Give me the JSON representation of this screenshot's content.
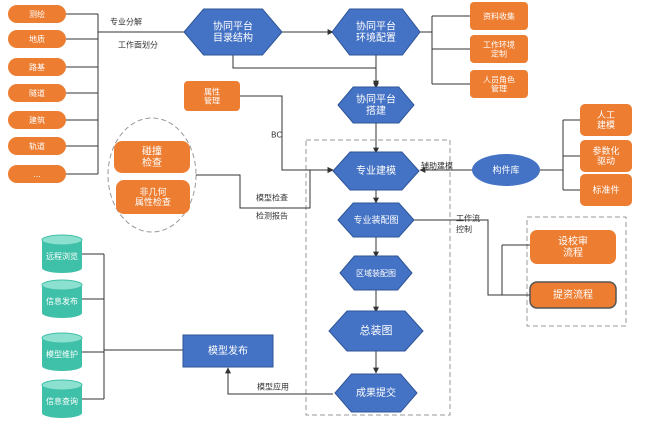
{
  "colors": {
    "hexagon_blue": "#4472c4",
    "hexagon_dark": "#2f5597",
    "orange": "#ed7d31",
    "orange_light": "#f4a65c",
    "cylinder_green": "#3fc0a8",
    "cylinder_top": "#8ce0cf",
    "border_dash": "#999999",
    "line": "#333333"
  },
  "left_items": [
    "测绘",
    "地质",
    "路基",
    "隧道",
    "建筑",
    "轨道",
    "..."
  ],
  "top_nodes": {
    "directory": "协同平台\n目录结构",
    "environment": "协同平台\n环境配置",
    "build": "协同平台\n搭建"
  },
  "edge_labels": {
    "specialty": "专业分解",
    "work_division": "工作面划分",
    "bc": "BC",
    "model_check": "模型检查",
    "check_report": "检测报告",
    "assist": "辅助建模",
    "workflow": "工作流\n控制",
    "model_apply": "模型应用"
  },
  "right_top_items": [
    "资料收集",
    "工作环境\n定制",
    "人员角色\n管理"
  ],
  "attribute": "属性\n管理",
  "checks": [
    "碰撞\n检查",
    "非几何\n属性检查"
  ],
  "center_flow": [
    "专业建模",
    "专业装配图",
    "区域装配图",
    "总装图",
    "成果提交"
  ],
  "component_lib": "构件库",
  "component_items": [
    "人工\n建模",
    "参数化\n驱动",
    "标准件"
  ],
  "flow_boxes": [
    "设校审\n流程",
    "提资流程"
  ],
  "cylinders": [
    "远程浏览",
    "信息发布",
    "模型维护",
    "信息查询"
  ],
  "publish": "模型发布"
}
